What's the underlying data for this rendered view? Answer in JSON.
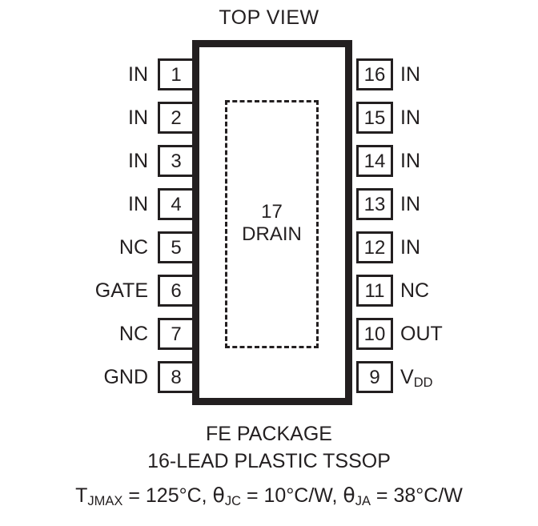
{
  "diagram": {
    "title": "TOP VIEW",
    "package_name": "FE PACKAGE",
    "package_desc": "16-LEAD PLASTIC TSSOP",
    "body_outline_color": "#231f20",
    "background_color": "#ffffff"
  },
  "exposed_pad": {
    "number": "17",
    "name": "DRAIN"
  },
  "pins_left": [
    {
      "number": "1",
      "label": "IN"
    },
    {
      "number": "2",
      "label": "IN"
    },
    {
      "number": "3",
      "label": "IN"
    },
    {
      "number": "4",
      "label": "IN"
    },
    {
      "number": "5",
      "label": "NC"
    },
    {
      "number": "6",
      "label": "GATE"
    },
    {
      "number": "7",
      "label": "NC"
    },
    {
      "number": "8",
      "label": "GND"
    }
  ],
  "pins_right": [
    {
      "number": "16",
      "label": "IN"
    },
    {
      "number": "15",
      "label": "IN"
    },
    {
      "number": "14",
      "label": "IN"
    },
    {
      "number": "13",
      "label": "IN"
    },
    {
      "number": "12",
      "label": "IN"
    },
    {
      "number": "11",
      "label": "NC"
    },
    {
      "number": "10",
      "label": "OUT"
    },
    {
      "number": "9",
      "label": "V",
      "label_sub": "DD"
    }
  ],
  "thermal": {
    "tjmax_symbol": "T",
    "tjmax_sub": "JMAX",
    "tjmax_value": " = 125°C, ",
    "theta_jc_symbol": "θ",
    "theta_jc_sub": "JC",
    "theta_jc_value": " = 10°C/W, ",
    "theta_ja_symbol": "θ",
    "theta_ja_sub": "JA",
    "theta_ja_value": " = 38°C/W"
  }
}
